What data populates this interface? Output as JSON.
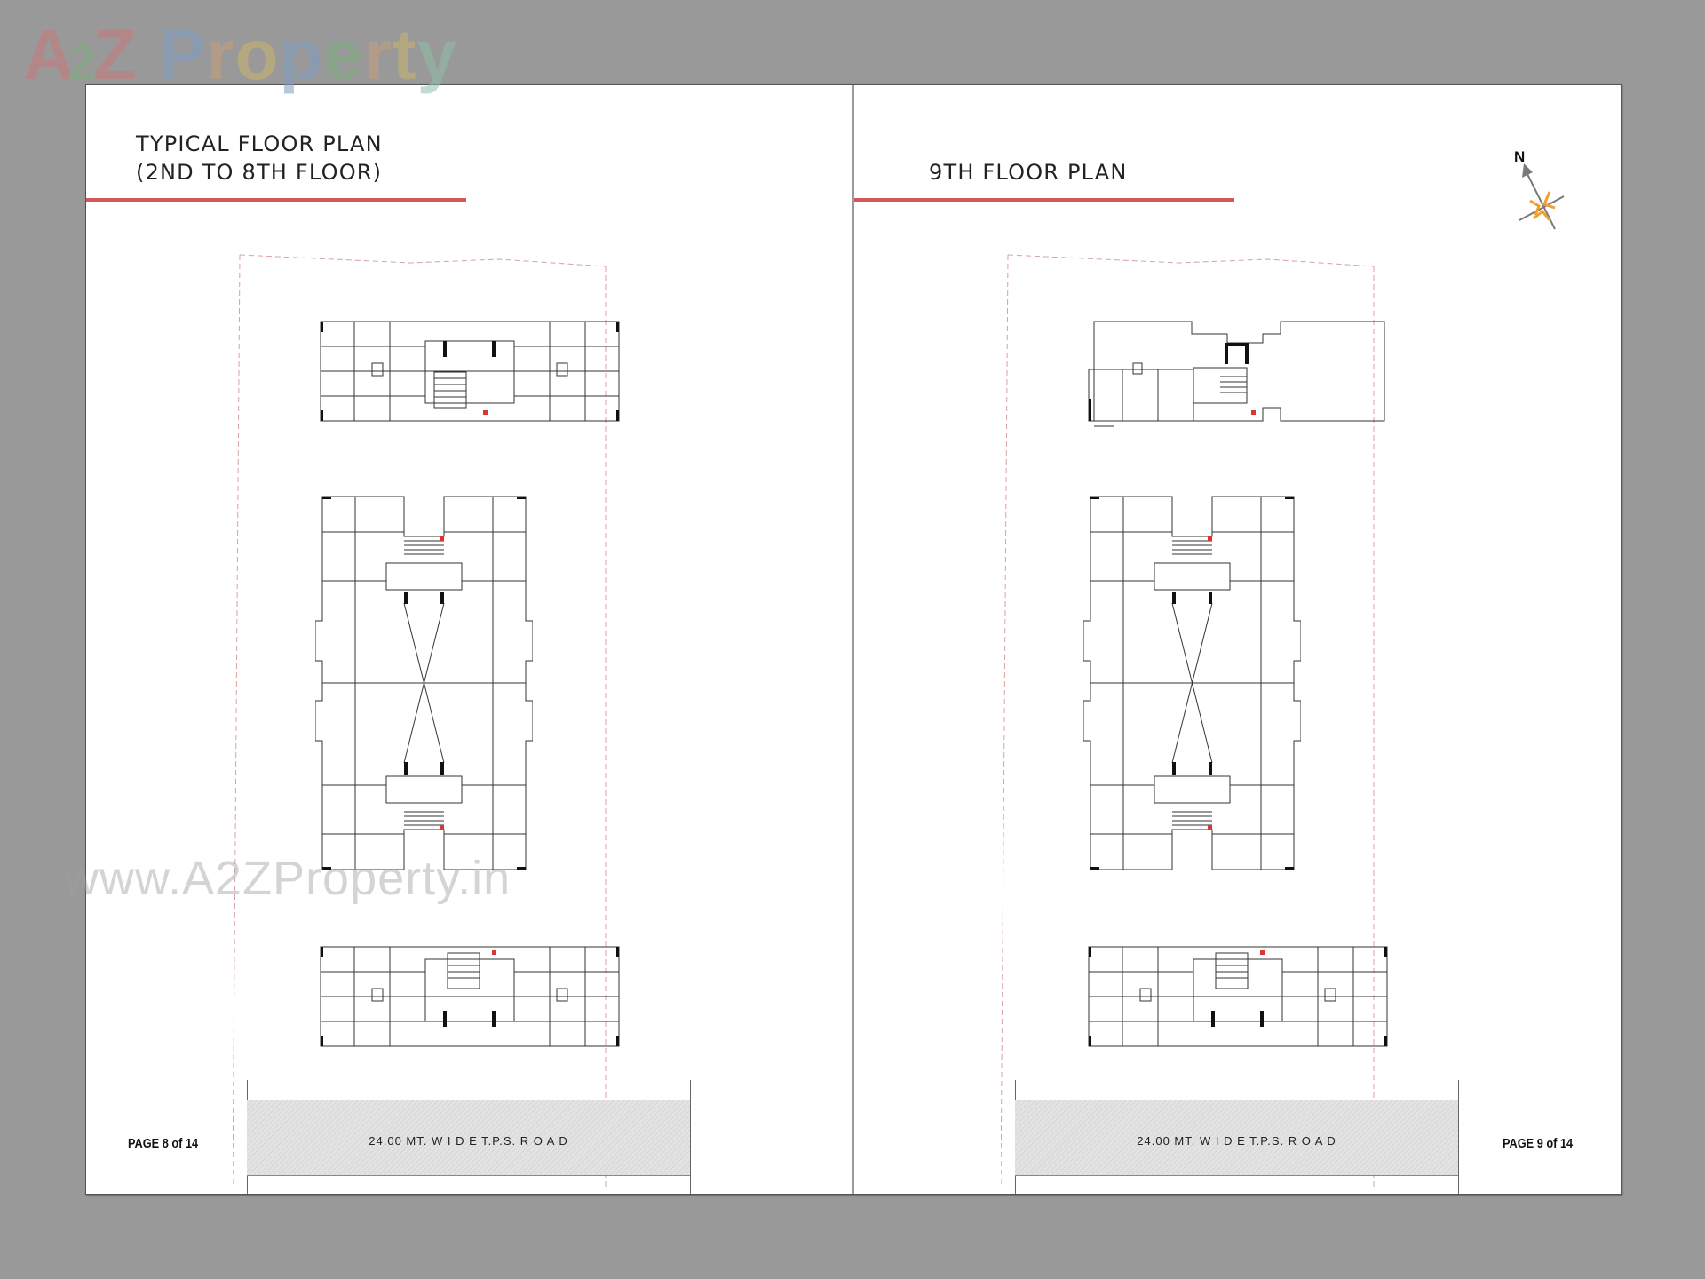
{
  "watermark": {
    "brand_letters": [
      {
        "ch": "A",
        "color": "#c97a7a"
      },
      {
        "ch": "2",
        "color": "#7fae7f"
      },
      {
        "ch": "Z",
        "color": "#c97a7a"
      },
      {
        "ch": " ",
        "color": "#999999"
      },
      {
        "ch": "P",
        "color": "#7f9cc2"
      },
      {
        "ch": "r",
        "color": "#c9a07a"
      },
      {
        "ch": "o",
        "color": "#c9b56a"
      },
      {
        "ch": "p",
        "color": "#7f9cc2"
      },
      {
        "ch": "e",
        "color": "#7fae7f"
      },
      {
        "ch": "r",
        "color": "#c9a07a"
      },
      {
        "ch": "t",
        "color": "#c9b56a"
      },
      {
        "ch": "y",
        "color": "#8fbfa8"
      }
    ],
    "url": "www.A2ZProperty.in"
  },
  "left_page": {
    "title_line1": "TYPICAL FLOOR  PLAN",
    "title_line2": "(2ND TO 8TH FLOOR)",
    "road_label": "24.00 MT. W I D E  T.P.S.  R O A D",
    "page_number": "PAGE 8 of 14",
    "blocks": [
      "north-wing-typical",
      "central-tower-typical",
      "south-wing-typical"
    ]
  },
  "right_page": {
    "title": "9TH FLOOR  PLAN",
    "road_label": "24.00 MT. W I D E  T.P.S.  R O A D",
    "page_number": "PAGE 9 of 14",
    "compass_label": "N",
    "blocks": [
      "north-wing-9th-floor-terrace",
      "central-tower-9th",
      "south-wing-9th"
    ]
  },
  "colors": {
    "accent_rule": "#d05a57",
    "background": "#999999",
    "compass_orange": "#f0a030",
    "compass_gray": "#7a7a7a"
  }
}
